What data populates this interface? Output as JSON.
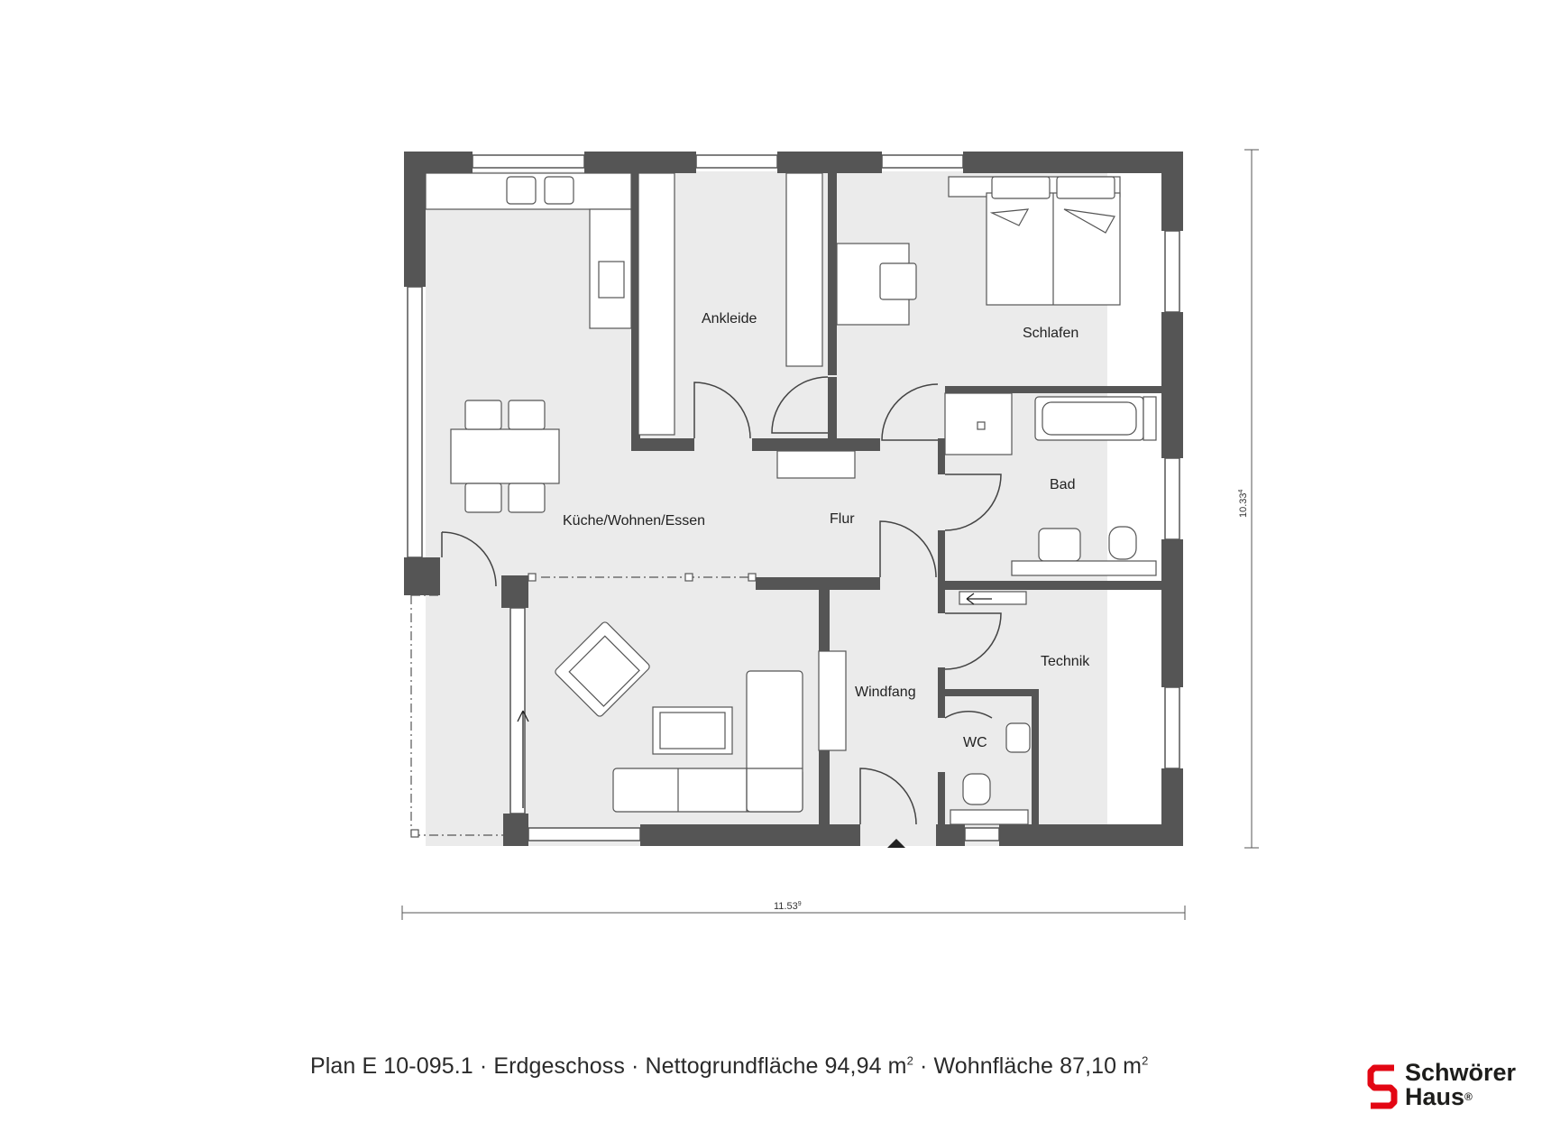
{
  "rooms": {
    "kueche": "Küche/Wohnen/Essen",
    "ankleide": "Ankleide",
    "schlafen": "Schlafen",
    "bad": "Bad",
    "flur": "Flur",
    "windfang": "Windfang",
    "technik": "Technik",
    "wc": "WC"
  },
  "dimensions": {
    "width": "11.53",
    "width_sup": "9",
    "height": "10.33",
    "height_sup": "4"
  },
  "caption": {
    "plan": "Plan E 10-095.1",
    "sep": " · ",
    "floor": "Erdgeschoss",
    "net_area": "Nettogrundfläche 94,94 m",
    "living_area": "Wohnfläche 87,10 m",
    "sup": "2"
  },
  "logo": {
    "line1": "Schwörer",
    "line2": "Haus",
    "reg": "®"
  },
  "colors": {
    "wall": "#555555",
    "floor": "#ebebeb",
    "line": "#444444",
    "logo_red": "#e30613"
  }
}
